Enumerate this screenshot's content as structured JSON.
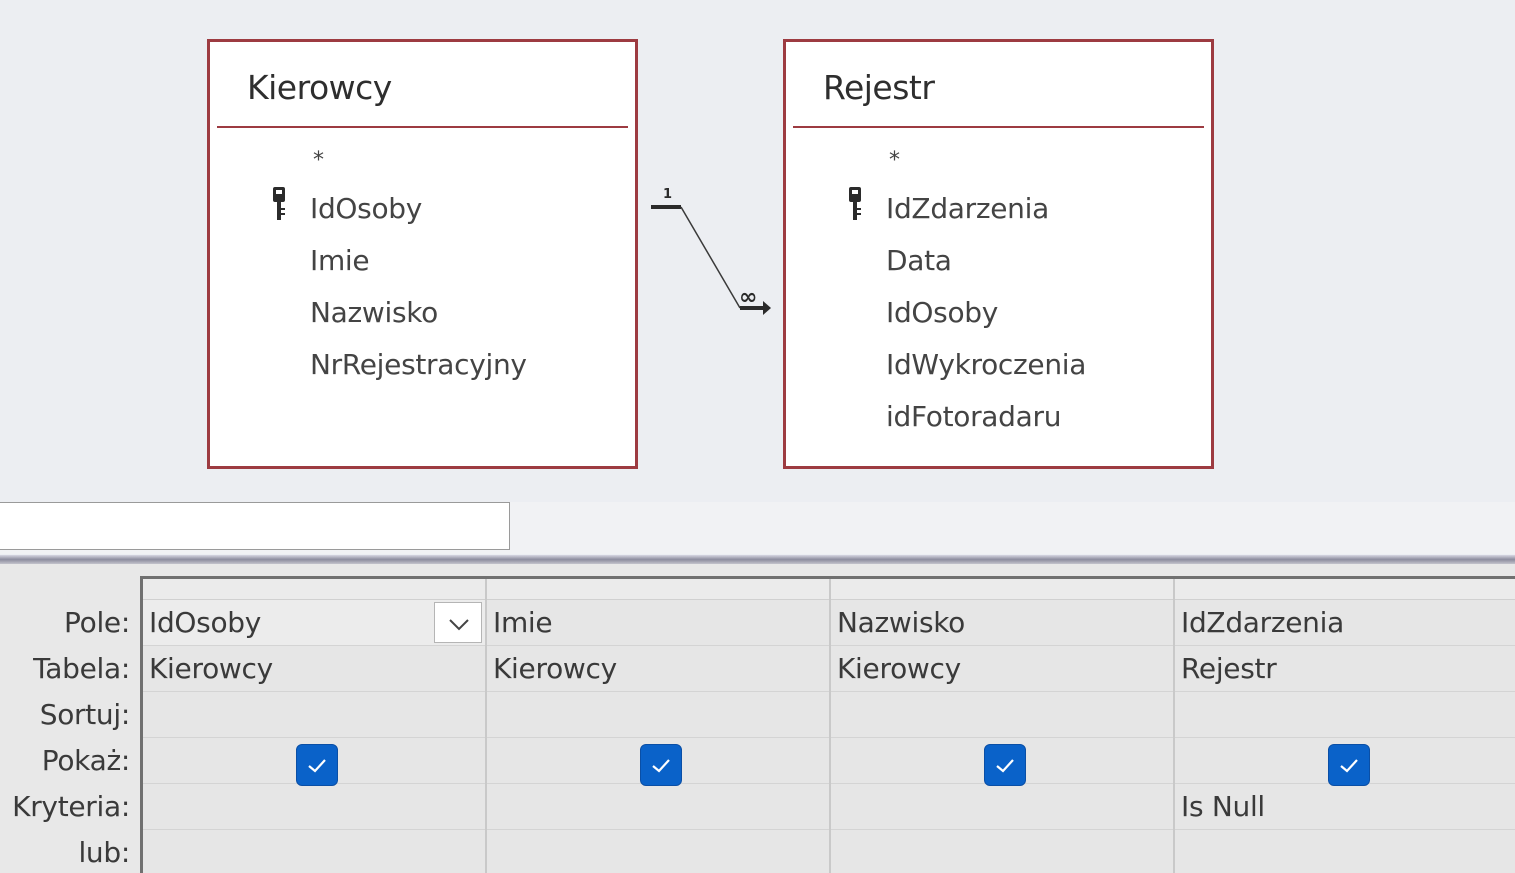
{
  "diagram": {
    "tables": [
      {
        "title": "Kierowcy",
        "star": "*",
        "fields": [
          "IdOsoby",
          "Imie",
          "Nazwisko",
          "NrRejestracyjny"
        ],
        "primary_key_index": 0
      },
      {
        "title": "Rejestr",
        "star": "*",
        "fields": [
          "IdZdarzenia",
          "Data",
          "IdOsoby",
          "IdWykroczenia",
          "idFotoradaru"
        ],
        "primary_key_index": 0
      }
    ],
    "relationship": {
      "one_label": "1",
      "many_label": "∞",
      "icon": "one-to-many-join-line"
    }
  },
  "qbe": {
    "row_labels": [
      "Pole:",
      "Tabela:",
      "Sortuj:",
      "Pokaż:",
      "Kryteria:",
      "lub:"
    ],
    "columns": [
      {
        "field": "IdOsoby",
        "table": "Kierowcy",
        "sort": "",
        "show": true,
        "criteria": "",
        "or": ""
      },
      {
        "field": "Imie",
        "table": "Kierowcy",
        "sort": "",
        "show": true,
        "criteria": "",
        "or": ""
      },
      {
        "field": "Nazwisko",
        "table": "Kierowcy",
        "sort": "",
        "show": true,
        "criteria": "",
        "or": ""
      },
      {
        "field": "IdZdarzenia",
        "table": "Rejestr",
        "sort": "",
        "show": true,
        "criteria": "Is Null",
        "or": ""
      }
    ],
    "accent_color": "#0a62c9",
    "table_border_color": "#9d3b41"
  }
}
